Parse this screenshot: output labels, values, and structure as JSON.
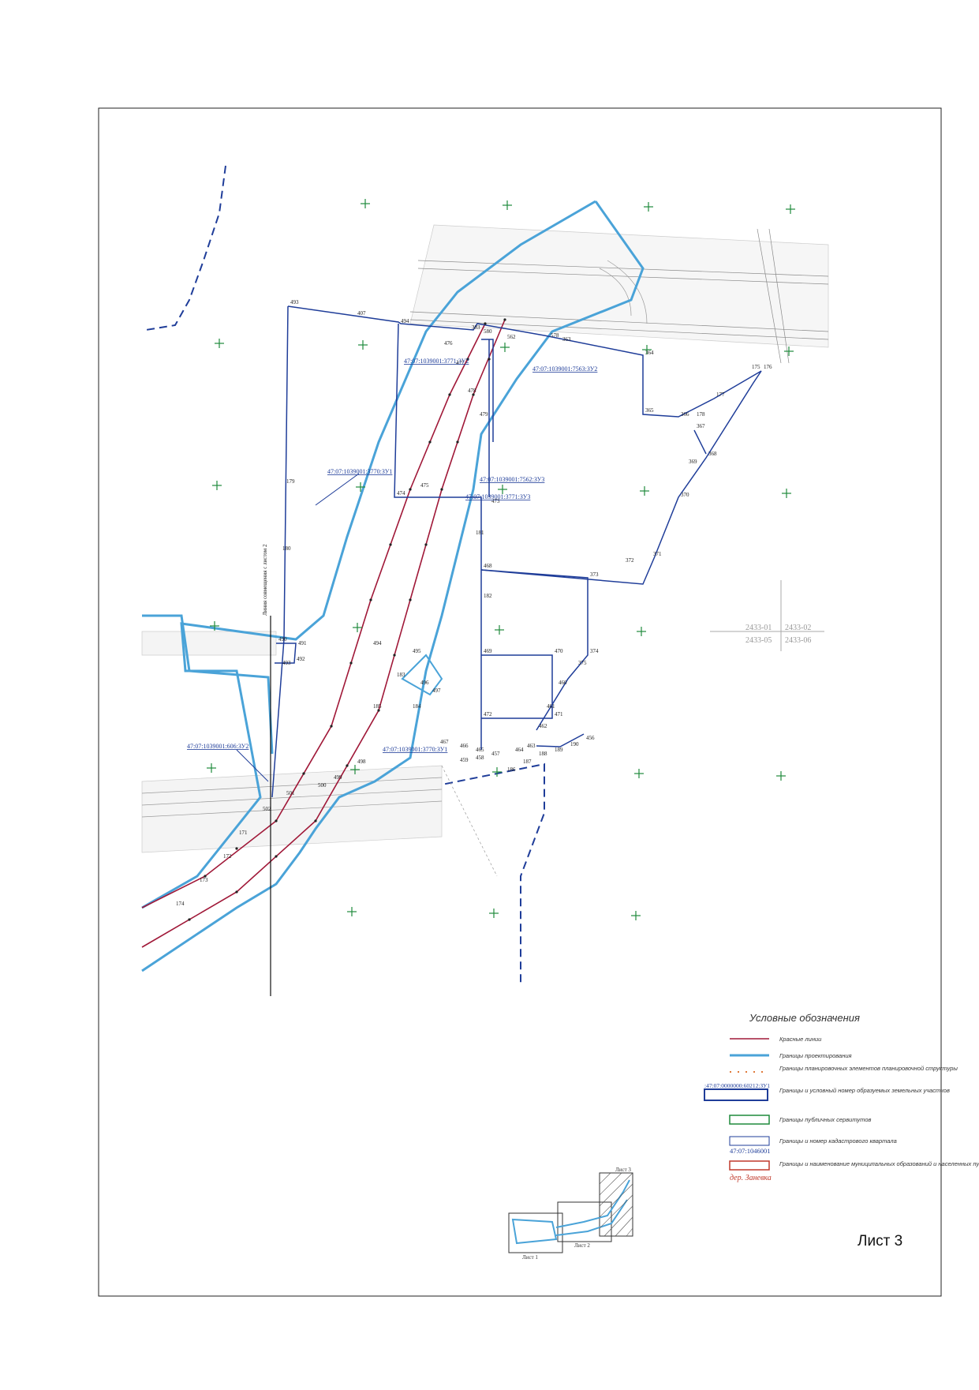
{
  "colors": {
    "red_line": "#a01838",
    "project_boundary": "#4aa3d8",
    "parcel": "#1f3d99",
    "cross": "#1f8a3c",
    "settlement": "#c0392b"
  },
  "map": {
    "edge_note": "Линия совмещения с листом 2",
    "tile_labels": [
      "2433-01",
      "2433-02",
      "2433-05",
      "2433-06"
    ],
    "parcels": [
      "47:07:1039001:3771:ЗУ2",
      "47:07:1039001:7563:ЗУ2",
      "47:07:1039001:3770:ЗУ1",
      "47:07:1039001:7562:ЗУ3",
      "47:07:1039001:3771:ЗУ3",
      "47:07:1039001:606:ЗУ2",
      "47:07:1039001:3770:ЗУ1"
    ],
    "points": [
      "493",
      "407",
      "494",
      "383",
      "580",
      "562",
      "578",
      "363",
      "364",
      "365",
      "366",
      "367",
      "368",
      "369",
      "370",
      "371",
      "372",
      "373",
      "374",
      "375",
      "460",
      "461",
      "462",
      "463",
      "464",
      "465",
      "466",
      "467",
      "468",
      "469",
      "470",
      "471",
      "472",
      "473",
      "474",
      "475",
      "476",
      "477",
      "478",
      "479",
      "490",
      "491",
      "492",
      "493",
      "494",
      "495",
      "496",
      "497",
      "498",
      "499",
      "500",
      "501",
      "502",
      "171",
      "172",
      "173",
      "174",
      "175",
      "176",
      "177",
      "178",
      "179",
      "180",
      "181",
      "182",
      "183",
      "184",
      "185",
      "186",
      "187",
      "188",
      "189",
      "190",
      "456",
      "457",
      "458",
      "459"
    ]
  },
  "legend": {
    "title": "Условные обозначения",
    "items": [
      {
        "label": "Красные линии"
      },
      {
        "label": "Границы проектирования"
      },
      {
        "label": "Границы планировочных элементов планировочной структуры"
      },
      {
        "label": "Границы и условный номер образуемых земельных участков",
        "sample": ":47:07:0000000:60212:ЗУ1"
      },
      {
        "label": "Границы публичных сервитутов"
      },
      {
        "label": "Границы и номер кадастрового квартала",
        "sample": "47:07:1046001"
      },
      {
        "label": "Границы и наименование муниципальных образований и населенных пунктов",
        "sample": "дер. Заневка"
      }
    ]
  },
  "keymap": {
    "labels": [
      "Лист 1",
      "Лист 2",
      "Лист 3"
    ]
  },
  "sheet_label": "Лист 3"
}
